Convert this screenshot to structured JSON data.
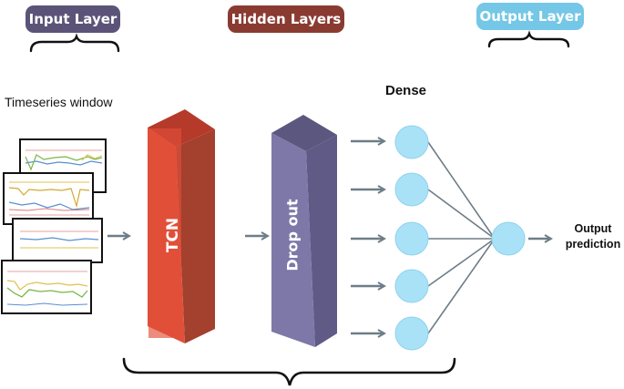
{
  "layers": {
    "input": "Input Layer",
    "hidden": "Hidden Layers",
    "output": "Output Layer"
  },
  "labels": {
    "timeseries_window": "Timeseries window",
    "tcn": "TCN",
    "dropout": "Drop out",
    "dense": "Dense",
    "output_prediction": "Output prediction"
  },
  "colors": {
    "input_layer": "#5b5478",
    "hidden_layers": "#8a3b31",
    "output_layer": "#74c7e6",
    "tcn_block": "#e0503a",
    "dropout_block": "#7d78a8",
    "neuron": "#a9e2f7",
    "arrow": "#6e7d87"
  },
  "dense": {
    "neuron_count": 5
  }
}
